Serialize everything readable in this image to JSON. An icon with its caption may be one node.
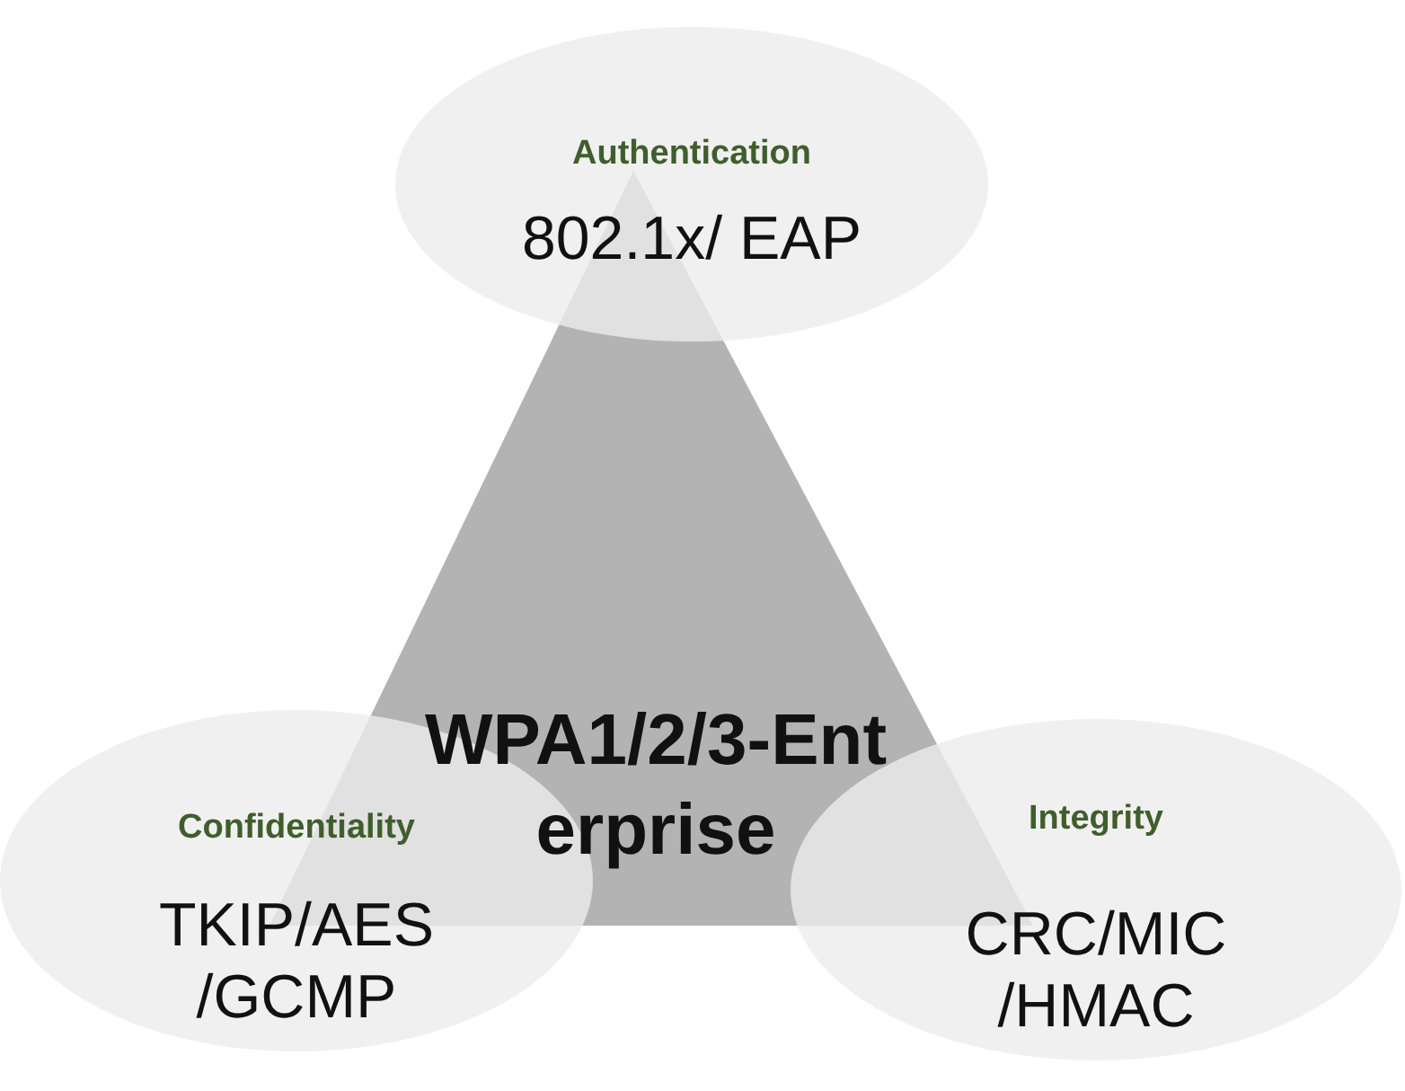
{
  "diagram": {
    "nodes": [
      {
        "text": [
          "Authentication",
          "802.1x/ EAP"
        ]
      },
      {
        "text": [
          "WPA1/2/3-Enterprise"
        ]
      },
      {
        "text": [
          "Confidentiality",
          "TKIP/AES /GCMP"
        ]
      },
      {
        "text": [
          "Integrity",
          "CRC/MIC /HMAC"
        ]
      }
    ]
  }
}
